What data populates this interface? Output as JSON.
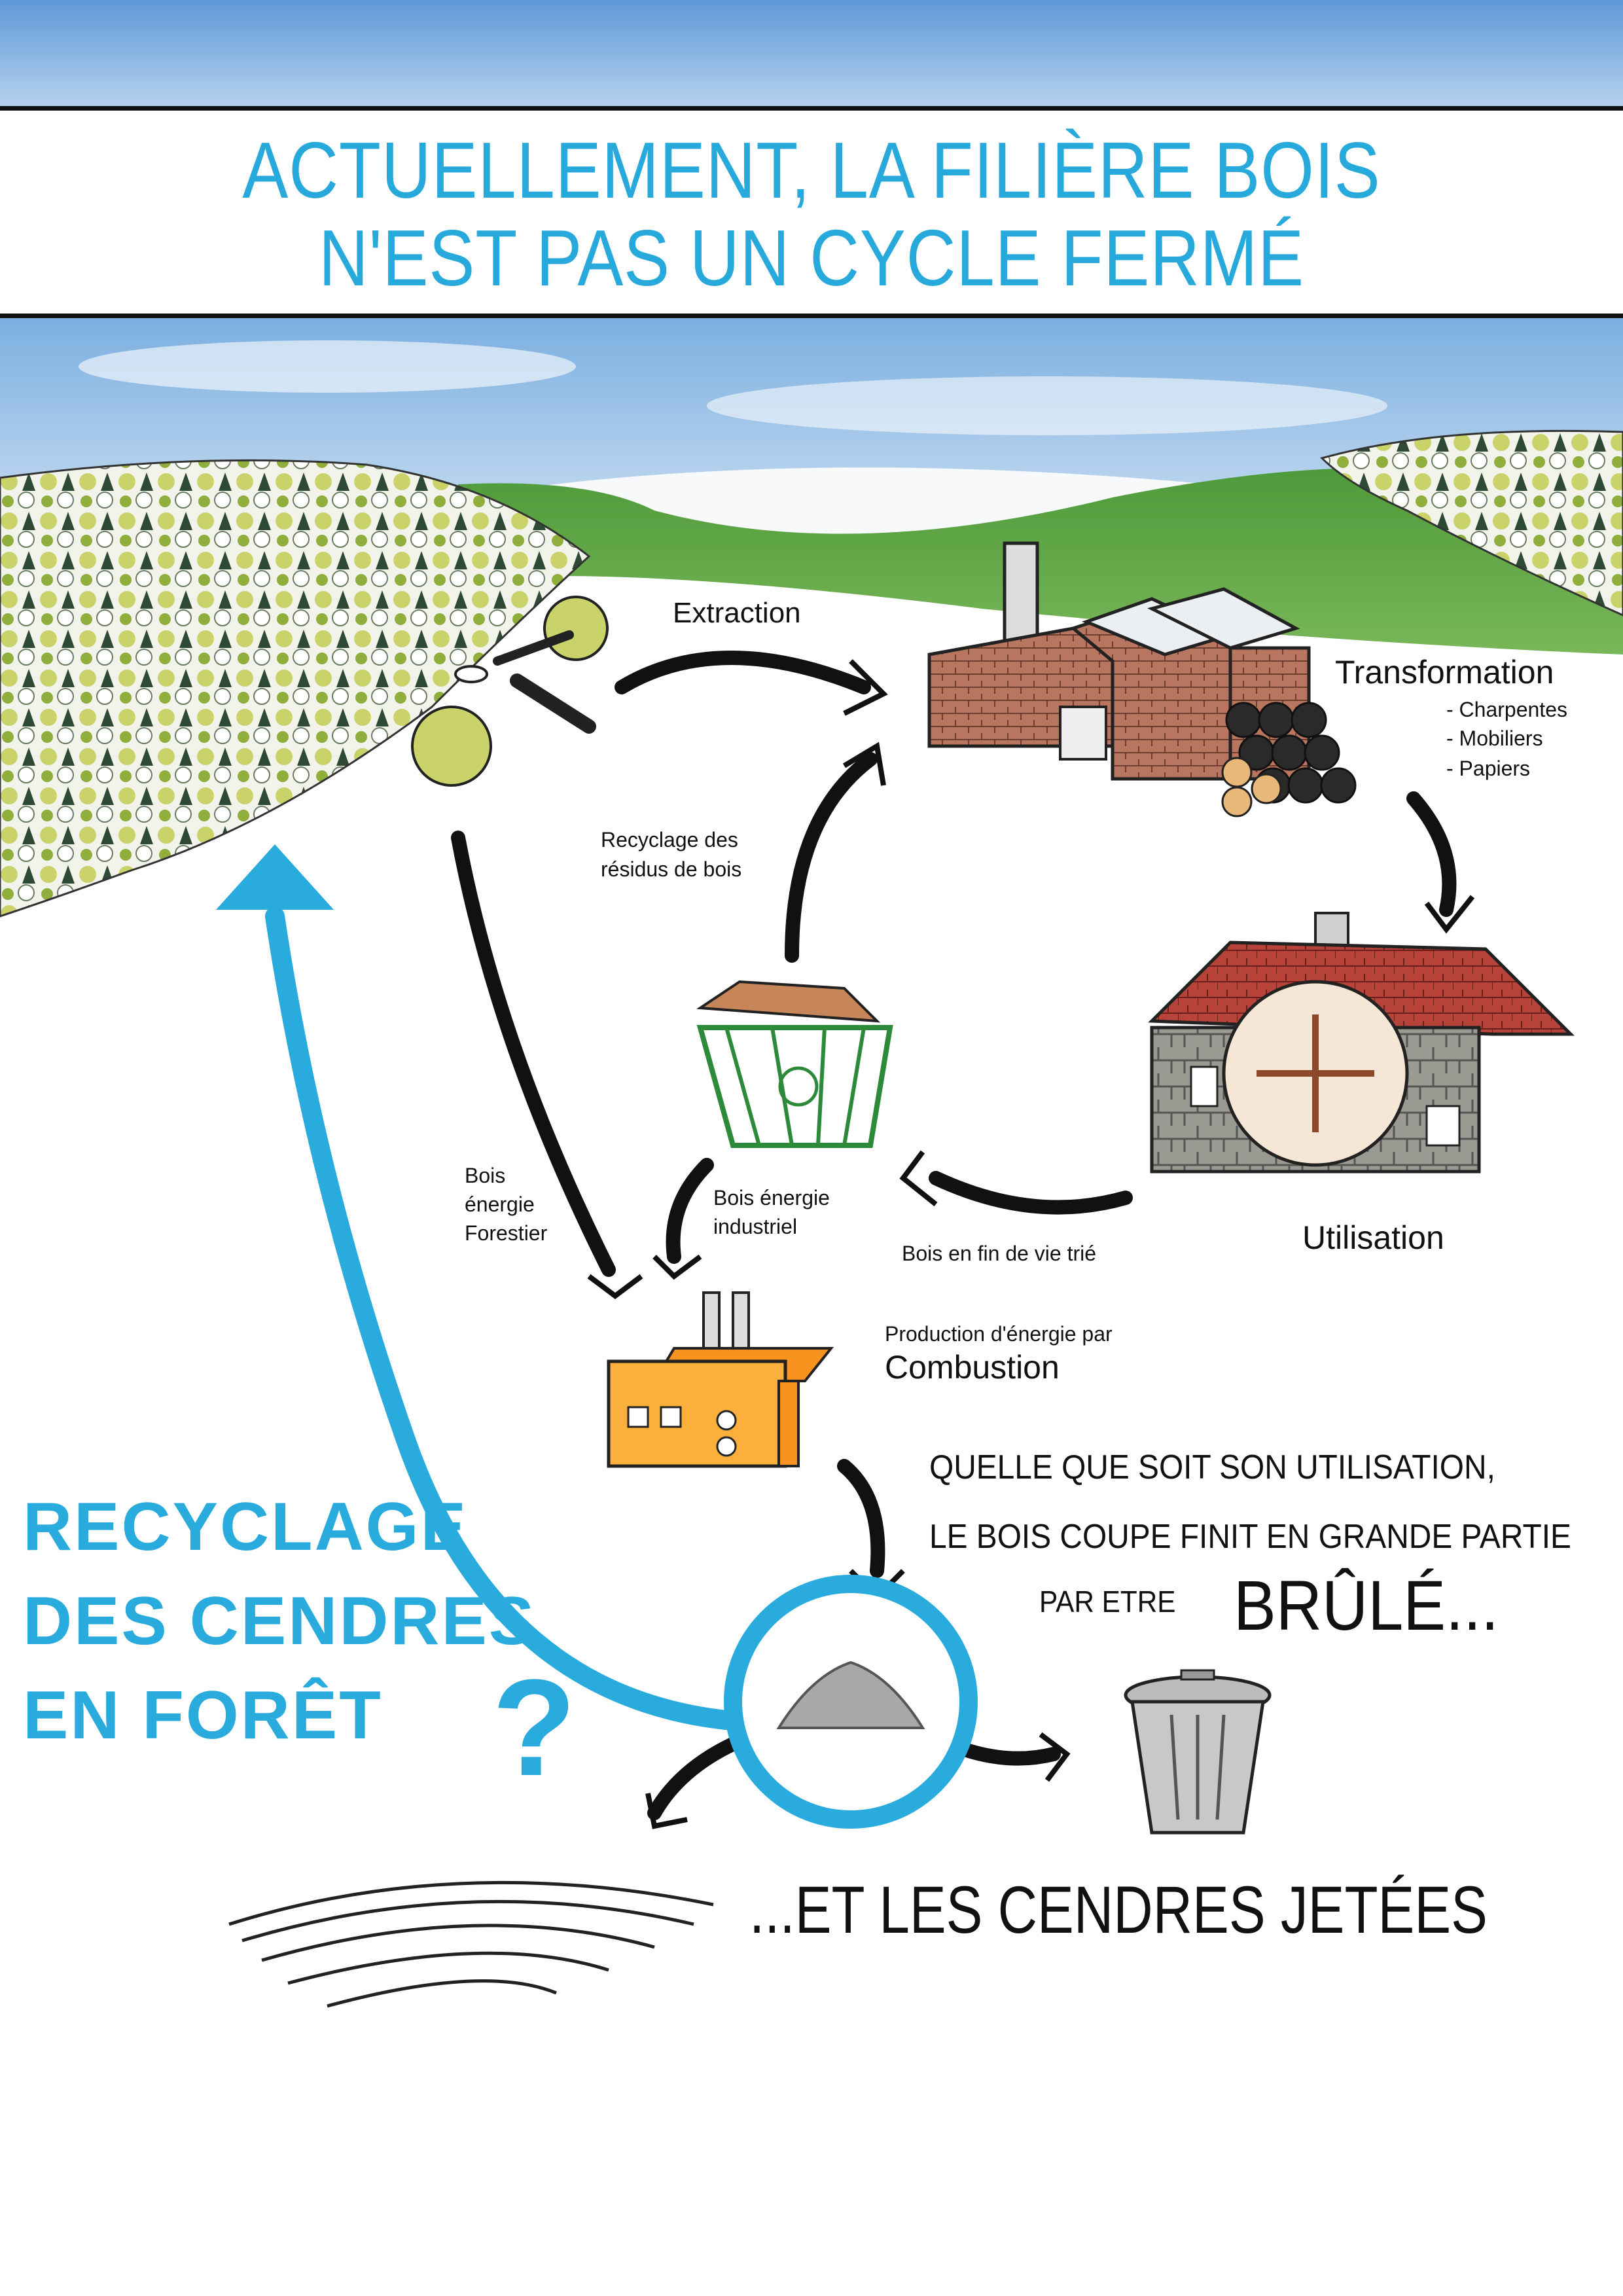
{
  "header": {
    "title_line1": "ACTUELLEMENT, LA FILIÈRE BOIS",
    "title_line2": "N'EST PAS UN CYCLE FERMÉ"
  },
  "cycle": {
    "extraction": "Extraction",
    "transformation": "Transformation",
    "transformation_items": [
      "- Charpentes",
      "- Mobiliers",
      "- Papiers"
    ],
    "utilisation": "Utilisation",
    "fin_de_vie": "Bois en fin de vie trié",
    "recyclage_residus_1": "Recyclage des",
    "recyclage_residus_2": "résidus de bois",
    "bois_energie_forestier": [
      "Bois",
      "énergie",
      "Forestier"
    ],
    "bois_energie_industriel": [
      "Bois énergie",
      "industriel"
    ],
    "production_energie": "Production d'énergie par",
    "combustion": "Combustion"
  },
  "message": {
    "line1": "QUELLE QUE SOIT SON UTILISATION,",
    "line2": "LE BOIS COUPE FINIT EN GRANDE PARTIE",
    "line3_small": "PAR ETRE",
    "line3_big": "BRÛLÉ...",
    "cendres_jetees": "...ET LES CENDRES JETÉES"
  },
  "question": {
    "lines": [
      "RECYCLAGE",
      "DES CENDRES",
      "EN FORÊT"
    ],
    "mark": "?"
  },
  "colors": {
    "accent_blue": "#29abdd",
    "sky": "#7fb2e0",
    "grass": "#5fa346",
    "brick": "#b36a55",
    "roof_red": "#b8433a",
    "skip_green": "#2d8a3a",
    "plant_orange": "#f5a623"
  }
}
